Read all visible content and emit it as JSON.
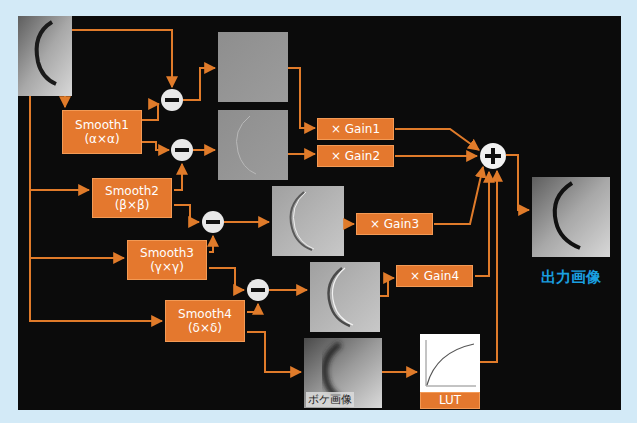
{
  "diagram": {
    "nodes": [
      {
        "text": [
          "Smooth1",
          "(α×α)"
        ]
      },
      {
        "text": [
          "Smooth2",
          "(β×β)"
        ]
      },
      {
        "text": [
          "Smooth3",
          "(γ×γ)"
        ]
      },
      {
        "text": [
          "Smooth4",
          "(δ×δ)"
        ]
      },
      {
        "text": [
          "× Gain1"
        ]
      },
      {
        "text": [
          "× Gain2"
        ]
      },
      {
        "text": [
          "× Gain3"
        ]
      },
      {
        "text": [
          "× Gain4"
        ]
      },
      {
        "text": [
          "LUT"
        ]
      }
    ],
    "labels": [
      "ボケ画像",
      "出力画像"
    ]
  }
}
